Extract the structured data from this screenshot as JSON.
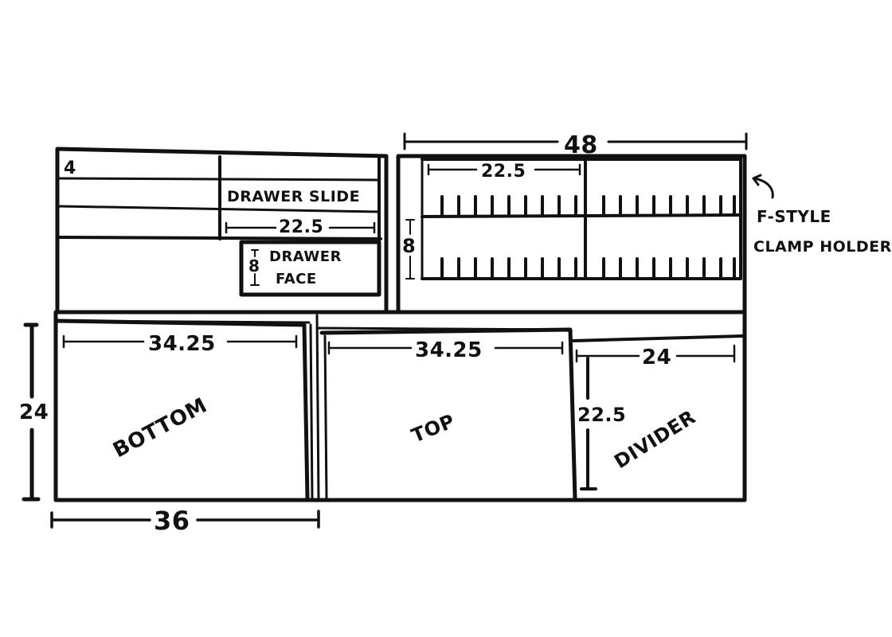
{
  "diagram": {
    "ink_color": "#111111",
    "background": "#ffffff",
    "labels": {
      "top_left_number": "4",
      "drawer_slide": "DRAWER SLIDE",
      "drawer_slide_dim": "22.5",
      "drawer_face_dim": "8",
      "drawer_face_line1": "DRAWER",
      "drawer_face_line2": "FACE",
      "overall_width": "48",
      "clamp_dim": "22.5",
      "clamp_height": "8",
      "clamp_holder_line1": "F-STYLE",
      "clamp_holder_line2": "CLAMP HOLDER",
      "bottom_width_dim": "34.25",
      "bottom_height": "24",
      "bottom_label": "BOTTOM",
      "bottom_overall_width": "36",
      "top_width_dim": "34.25",
      "top_label": "TOP",
      "divider_width_dim": "24",
      "divider_height_dim": "22.5",
      "divider_label": "DIVIDER"
    }
  }
}
